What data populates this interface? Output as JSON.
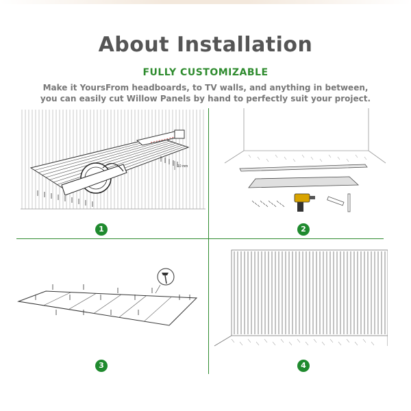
{
  "header": {
    "title": "About Installation",
    "subtitle": "FULLY CUSTOMIZABLE",
    "description_line1": "Make it YoursFrom headboards, to TV walls, and anything in between,",
    "description_line2": "you can easily cut Willow Panels by hand to perfectly suit your project."
  },
  "steps": [
    {
      "number": "1",
      "icon": "saw-cutting-panel-illustration"
    },
    {
      "number": "2",
      "icon": "panel-parts-and-drill-illustration"
    },
    {
      "number": "3",
      "icon": "panel-screws-illustration"
    },
    {
      "number": "4",
      "icon": "installed-wall-panel-illustration"
    }
  ],
  "annotations": {
    "measure_label": "10 mm"
  },
  "colors": {
    "accent": "#2e8b2e",
    "title": "#555555",
    "text": "#777777"
  }
}
